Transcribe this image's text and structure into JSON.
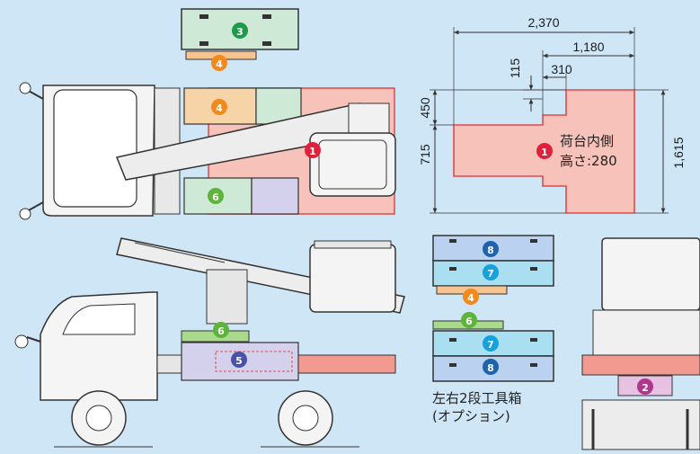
{
  "dimensions": {
    "overall_length": "2,370",
    "rear_length": "1,180",
    "step_a": "115",
    "step_b": "310",
    "upper_height": "450",
    "lower_height": "715",
    "overall_width": "1,615"
  },
  "bed_interior": {
    "line1": "荷台内側",
    "line2": "高さ:280"
  },
  "toolbox_caption": {
    "line1": "左右2段工具箱",
    "line2": "(オプション)"
  },
  "badges": [
    {
      "num": "1",
      "color": "#e0213b"
    },
    {
      "num": "2",
      "color": "#b0378d"
    },
    {
      "num": "3",
      "color": "#1e9a4a"
    },
    {
      "num": "4",
      "color": "#f08a1c"
    },
    {
      "num": "5",
      "color": "#4a52a8"
    },
    {
      "num": "6",
      "color": "#5cb43a"
    },
    {
      "num": "7",
      "color": "#16a2dc"
    },
    {
      "num": "8",
      "color": "#1d63ad"
    }
  ],
  "colors": {
    "background": "#cfe6f6",
    "bed": "#f6c2b9",
    "bed_edge": "#e04a4a"
  }
}
